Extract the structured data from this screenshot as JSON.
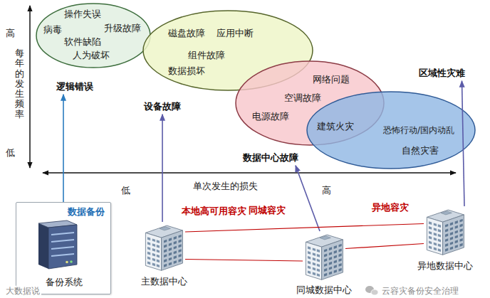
{
  "diagram": {
    "nodes": [
      {
        "text": [
          "操作失误",
          "病毒",
          "升级故障",
          "软件缺陷",
          "人为破坏",
          "逻辑错误"
        ]
      },
      {
        "text": [
          "磁盘故障",
          "应用中断",
          "组件故障",
          "数据损坏",
          "设备故障"
        ]
      },
      {
        "text": [
          "网络问题",
          "空调故障",
          "电源故障",
          "建筑火灾",
          "数据中心故障"
        ]
      },
      {
        "text": [
          "区域性灾难",
          "恐怖行动/国内动乱",
          "自然灾害"
        ]
      },
      {
        "text": [
          "数据备份",
          "备份系统"
        ]
      },
      {
        "text": [
          "本地高可用容灾",
          "主数据中心"
        ]
      },
      {
        "text": [
          "同城容灾",
          "同城数据中心"
        ]
      },
      {
        "text": [
          "异地容灾",
          "异地数据中心"
        ]
      }
    ],
    "edges": [
      {
        "from": 4,
        "to": 0,
        "arrow": "to"
      },
      {
        "from": 5,
        "to": 1,
        "arrow": "to"
      },
      {
        "from": 6,
        "to": 2,
        "arrow": "to"
      },
      {
        "from": 7,
        "to": 3,
        "arrow": "to"
      },
      {
        "from": 5,
        "to": 6,
        "arrow": "none"
      },
      {
        "from": 5,
        "to": 7,
        "arrow": "none"
      },
      {
        "from": 6,
        "to": 7,
        "arrow": "none"
      }
    ],
    "labels": [
      "高",
      "每年的发生频率",
      "低",
      "单次发生的损失",
      "低",
      "高",
      "大数据说",
      "云容灾备份安全治理"
    ]
  }
}
